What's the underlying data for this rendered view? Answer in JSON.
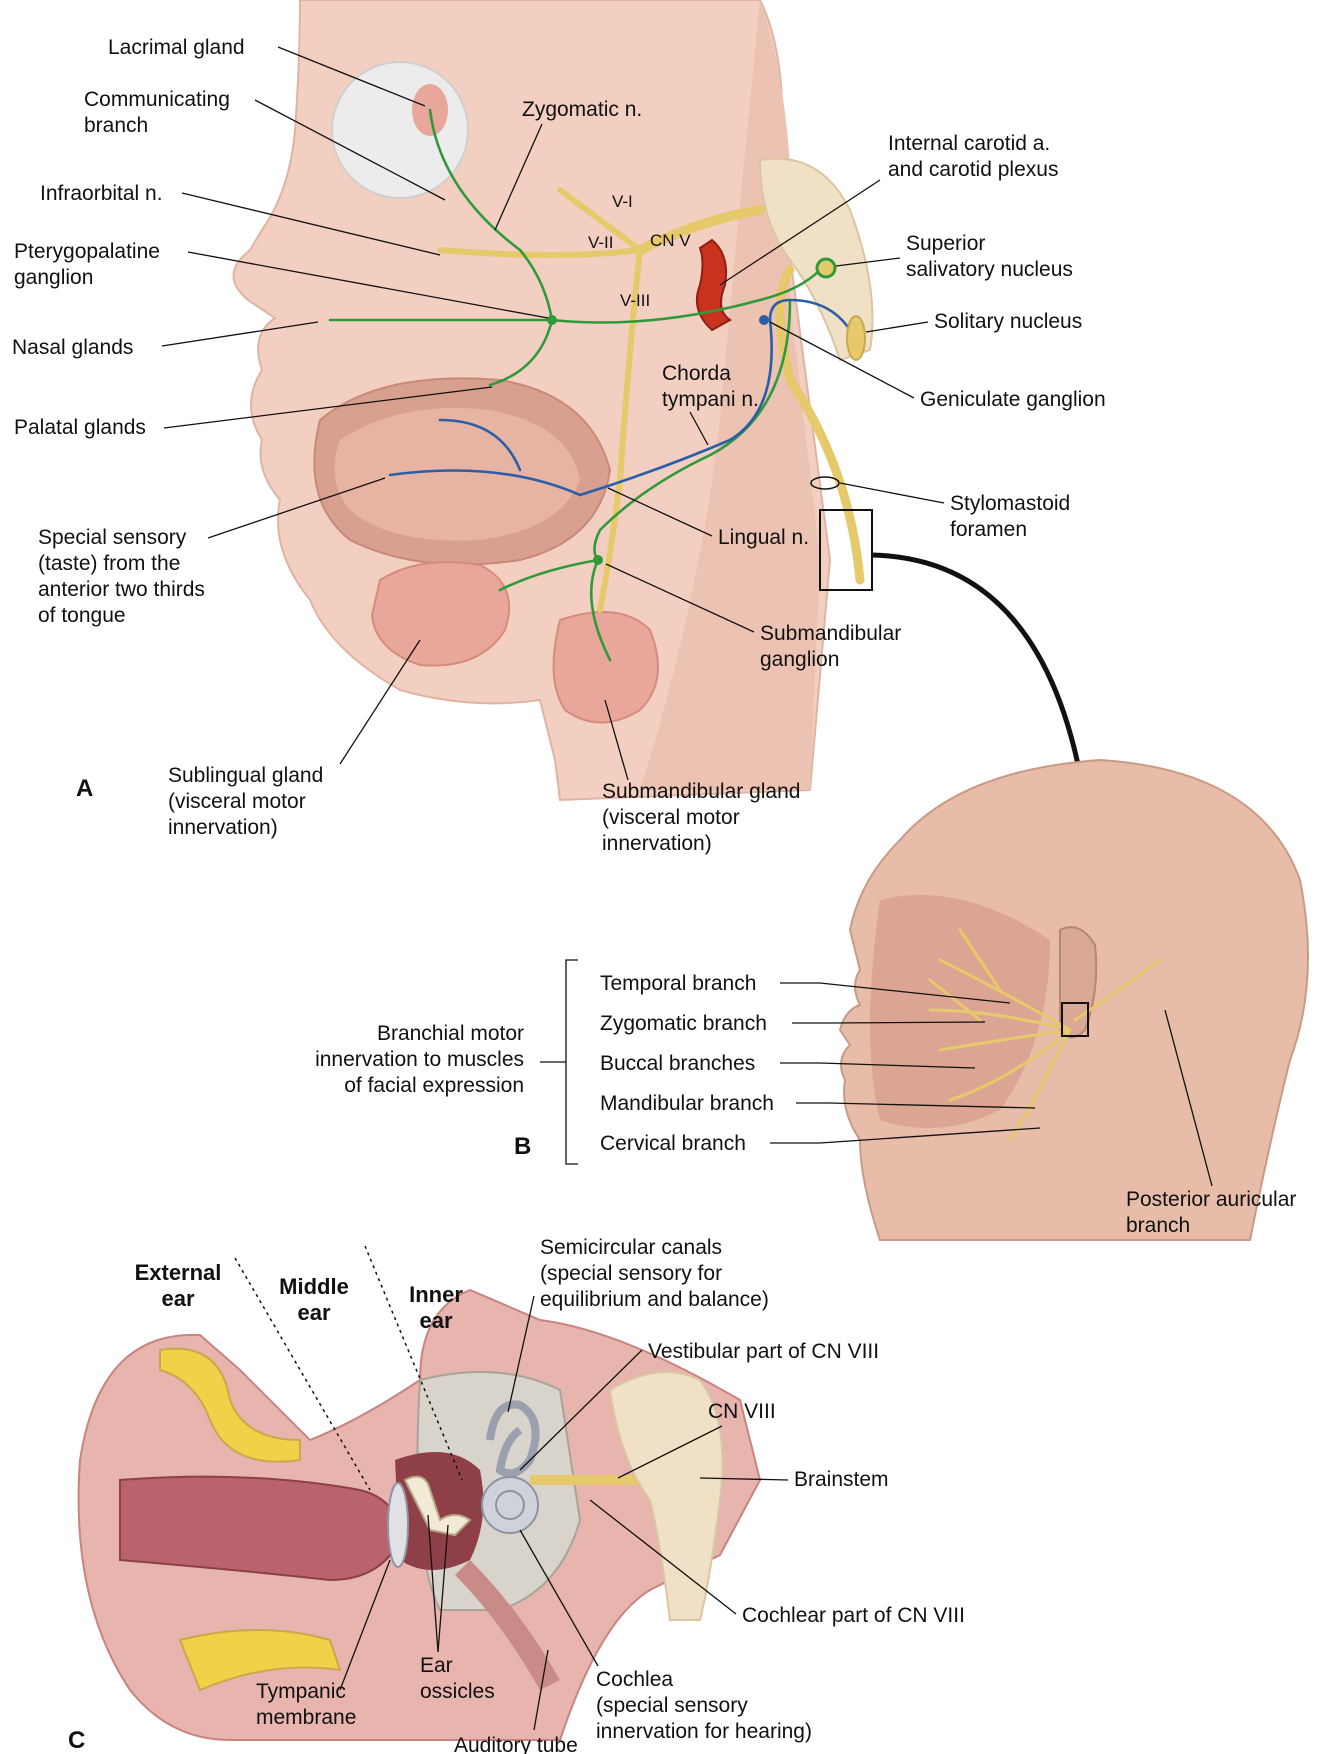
{
  "panel_labels": {
    "a": "A",
    "b": "B",
    "c": "C"
  },
  "panel_a": {
    "lacrimal_gland": "Lacrimal gland",
    "communicating_branch_1": "Communicating",
    "communicating_branch_2": "branch",
    "zygomatic_n": "Zygomatic n.",
    "internal_carotid_1": "Internal carotid a.",
    "internal_carotid_2": "and carotid plexus",
    "infraorbital_n": "Infraorbital n.",
    "v1": "V-I",
    "v2": "V-II",
    "cn_v": "CN V",
    "v3": "V-III",
    "superior_salivatory_1": "Superior",
    "superior_salivatory_2": "salivatory nucleus",
    "pterygopalatine_1": "Pterygopalatine",
    "pterygopalatine_2": "ganglion",
    "nasal_glands": "Nasal glands",
    "solitary_nucleus": "Solitary nucleus",
    "chorda_tympani_1": "Chorda",
    "chorda_tympani_2": "tympani n.",
    "geniculate_ganglion": "Geniculate ganglion",
    "palatal_glands": "Palatal glands",
    "stylomastoid_1": "Stylomastoid",
    "stylomastoid_2": "foramen",
    "lingual_n": "Lingual n.",
    "special_sensory_1": "Special sensory",
    "special_sensory_2": "(taste) from the",
    "special_sensory_3": "anterior two thirds",
    "special_sensory_4": "of tongue",
    "submandibular_ganglion_1": "Submandibular",
    "submandibular_ganglion_2": "ganglion",
    "sublingual_gland_1": "Sublingual gland",
    "sublingual_gland_2": "(visceral motor",
    "sublingual_gland_3": "innervation)",
    "submandibular_gland_1": "Submandibular gland",
    "submandibular_gland_2": "(visceral motor",
    "submandibular_gland_3": "innervation)"
  },
  "panel_b": {
    "branchial_1": "Branchial motor",
    "branchial_2": "innervation to muscles",
    "branchial_3": "of facial expression",
    "temporal": "Temporal branch",
    "zygomatic": "Zygomatic branch",
    "buccal": "Buccal branches",
    "mandibular": "Mandibular branch",
    "cervical": "Cervical branch",
    "posterior_auricular_1": "Posterior auricular",
    "posterior_auricular_2": "branch"
  },
  "panel_c": {
    "external_ear_1": "External",
    "external_ear_2": "ear",
    "middle_ear_1": "Middle",
    "middle_ear_2": "ear",
    "inner_ear_1": "Inner",
    "inner_ear_2": "ear",
    "semicircular_1": "Semicircular canals",
    "semicircular_2": "(special sensory for",
    "semicircular_3": "equilibrium and balance)",
    "vestibular": "Vestibular part of CN VIII",
    "cn_viii": "CN VIII",
    "brainstem": "Brainstem",
    "cochlear_part": "Cochlear part of CN VIII",
    "ear_ossicles_1": "Ear",
    "ear_ossicles_2": "ossicles",
    "tympanic_1": "Tympanic",
    "tympanic_2": "membrane",
    "cochlea_1": "Cochlea",
    "cochlea_2": "(special sensory",
    "cochlea_3": "innervation for hearing)",
    "auditory_tube": "Auditory tube"
  },
  "colors": {
    "skin": "#f2cfc0",
    "skin_dark": "#d99f8f",
    "nerve_yellow": "#e6c96a",
    "visceral_green": "#2f9a3a",
    "taste_blue": "#2a5fa8",
    "gland_pink": "#e8a79a",
    "artery_red": "#c8321e"
  }
}
